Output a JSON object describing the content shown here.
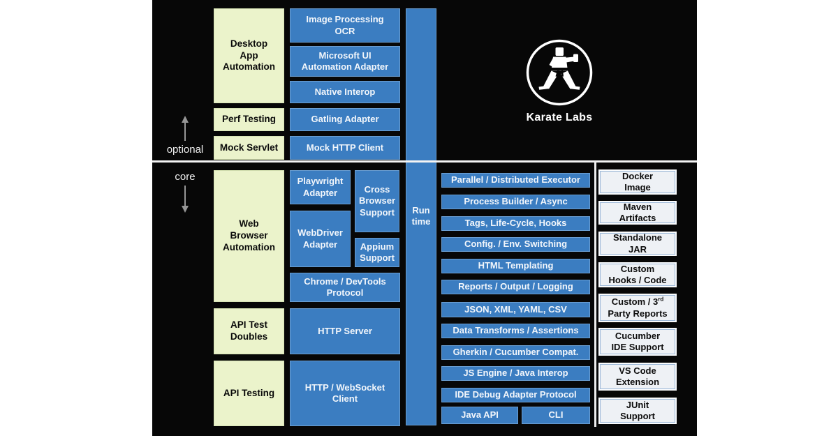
{
  "brand": {
    "name": "Karate Labs"
  },
  "sections": {
    "optional": "optional",
    "core": "core"
  },
  "runtime_bar": "Run\ntime",
  "left_capabilities": {
    "desktop": "Desktop\nApp\nAutomation",
    "perf": "Perf Testing",
    "mock_servlet": "Mock Servlet",
    "web": "Web\nBrowser\nAutomation",
    "api_doubles": "API Test\nDoubles",
    "api_testing": "API Testing"
  },
  "adapters": {
    "image_ocr": "Image Processing\nOCR",
    "ms_ui": "Microsoft UI\nAutomation Adapter",
    "native": "Native Interop",
    "gatling": "Gatling Adapter",
    "mock_http": "Mock HTTP Client",
    "playwright": "Playwright\nAdapter",
    "webdriver": "WebDriver\nAdapter",
    "cross_browser": "Cross\nBrowser\nSupport",
    "appium": "Appium\nSupport",
    "cdp": "Chrome / DevTools\nProtocol",
    "http_server": "HTTP Server",
    "ws_client": "HTTP / WebSocket\nClient"
  },
  "runtime_features": [
    "Parallel / Distributed Executor",
    "Process Builder / Async",
    "Tags, Life-Cycle, Hooks",
    "Config. / Env. Switching",
    "HTML Templating",
    "Reports / Output / Logging",
    "JSON, XML, YAML, CSV",
    "Data Transforms / Assertions",
    "Gherkin / Cucumber Compat.",
    "JS Engine / Java Interop",
    "IDE Debug Adapter Protocol"
  ],
  "interfaces": {
    "java_api": "Java API",
    "cli": "CLI"
  },
  "deliverables": {
    "docker": "Docker\nImage",
    "maven": "Maven\nArtifacts",
    "jar": "Standalone\nJAR",
    "hooks": "Custom\nHooks / Code",
    "custom_reports": {
      "line1": "Custom / 3",
      "sup": "rd",
      "line2": "Party Reports"
    },
    "cucumber": "Cucumber\nIDE Support",
    "vscode": "VS Code\nExtension",
    "junit": "JUnit\nSupport"
  },
  "colors": {
    "blue": "#3b7dc1",
    "yellow": "#ebf3cb",
    "light_box": "#eef1f5",
    "panel": "#070707"
  }
}
